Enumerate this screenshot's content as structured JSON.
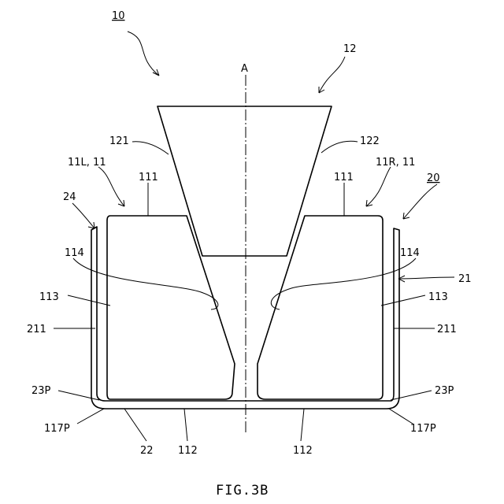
{
  "figure": {
    "caption": "FIG.3B",
    "axis_label": "A",
    "labels": {
      "assembly": "10",
      "wedge": "12",
      "wedge_left_face": "121",
      "wedge_right_face": "122",
      "left_block": "11L, 11",
      "right_block": "11R, 11",
      "holder": "20",
      "top_left": "111",
      "top_right": "111",
      "wall_edge": "24",
      "holder_wall": "21",
      "inner_face_left": "114",
      "inner_face_right": "114",
      "outer_face_left": "113",
      "outer_face_right": "113",
      "wall_left": "211",
      "wall_right": "211",
      "corner_left": "23P",
      "corner_right": "23P",
      "foot_left": "117P",
      "foot_right": "117P",
      "base": "22",
      "bottom_left": "112",
      "bottom_right": "112"
    }
  }
}
